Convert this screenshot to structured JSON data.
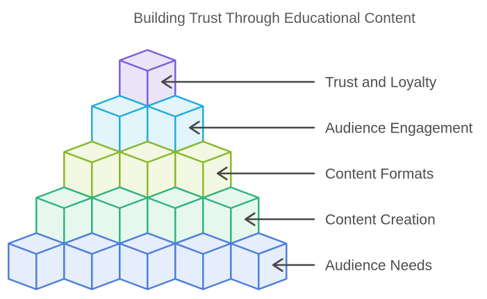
{
  "title": "Building Trust Through Educational Content",
  "colors": {
    "background": "#ffffff",
    "title_text": "#5a5a5c",
    "label_text": "#4d4d4d",
    "arrow": "#474747"
  },
  "chart_data": {
    "type": "pyramid",
    "title": "Building Trust Through Educational Content",
    "style": "isometric-cube-pyramid",
    "levels_top_to_bottom": [
      {
        "label": "Trust and Loyalty",
        "cubes": 1,
        "stroke_color": "#7b5cdd",
        "fill_color": "#eae4f9"
      },
      {
        "label": "Audience Engagement",
        "cubes": 2,
        "stroke_color": "#21acd9",
        "fill_color": "#e2f5fb"
      },
      {
        "label": "Content Formats",
        "cubes": 3,
        "stroke_color": "#88b82a",
        "fill_color": "#f3f8e2"
      },
      {
        "label": "Content Creation",
        "cubes": 4,
        "stroke_color": "#2eb47d",
        "fill_color": "#e6f8ee"
      },
      {
        "label": "Audience Needs",
        "cubes": 5,
        "stroke_color": "#4c7fd8",
        "fill_color": "#e6edfb"
      }
    ],
    "legend_position": "right",
    "annotations": "each label has a left-pointing arrow to the rightmost cube of its level"
  }
}
